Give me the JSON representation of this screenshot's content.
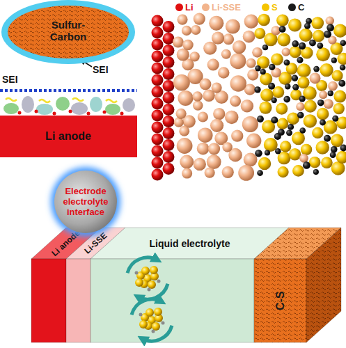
{
  "diagram": {
    "nodes": [
      {
        "text": [
          "Sulfur-Carbon"
        ]
      },
      {
        "text": [
          "Li anode"
        ]
      },
      {
        "text": [
          "Electrode electrolyte interface"
        ]
      },
      {
        "text": [
          "Li anode"
        ]
      },
      {
        "text": [
          "Li-SSE"
        ]
      },
      {
        "text": [
          "Liquid electrolyte"
        ]
      },
      {
        "text": [
          "C-S"
        ]
      }
    ],
    "labels": [
      "SEI",
      "SEI"
    ],
    "legend": [
      {
        "text": "Li",
        "color": "#e01010"
      },
      {
        "text": "Li-SSE",
        "color": "#f2b48c"
      },
      {
        "text": "S",
        "color": "#f5c400"
      },
      {
        "text": "C",
        "color": "#1a1a1a"
      }
    ]
  }
}
